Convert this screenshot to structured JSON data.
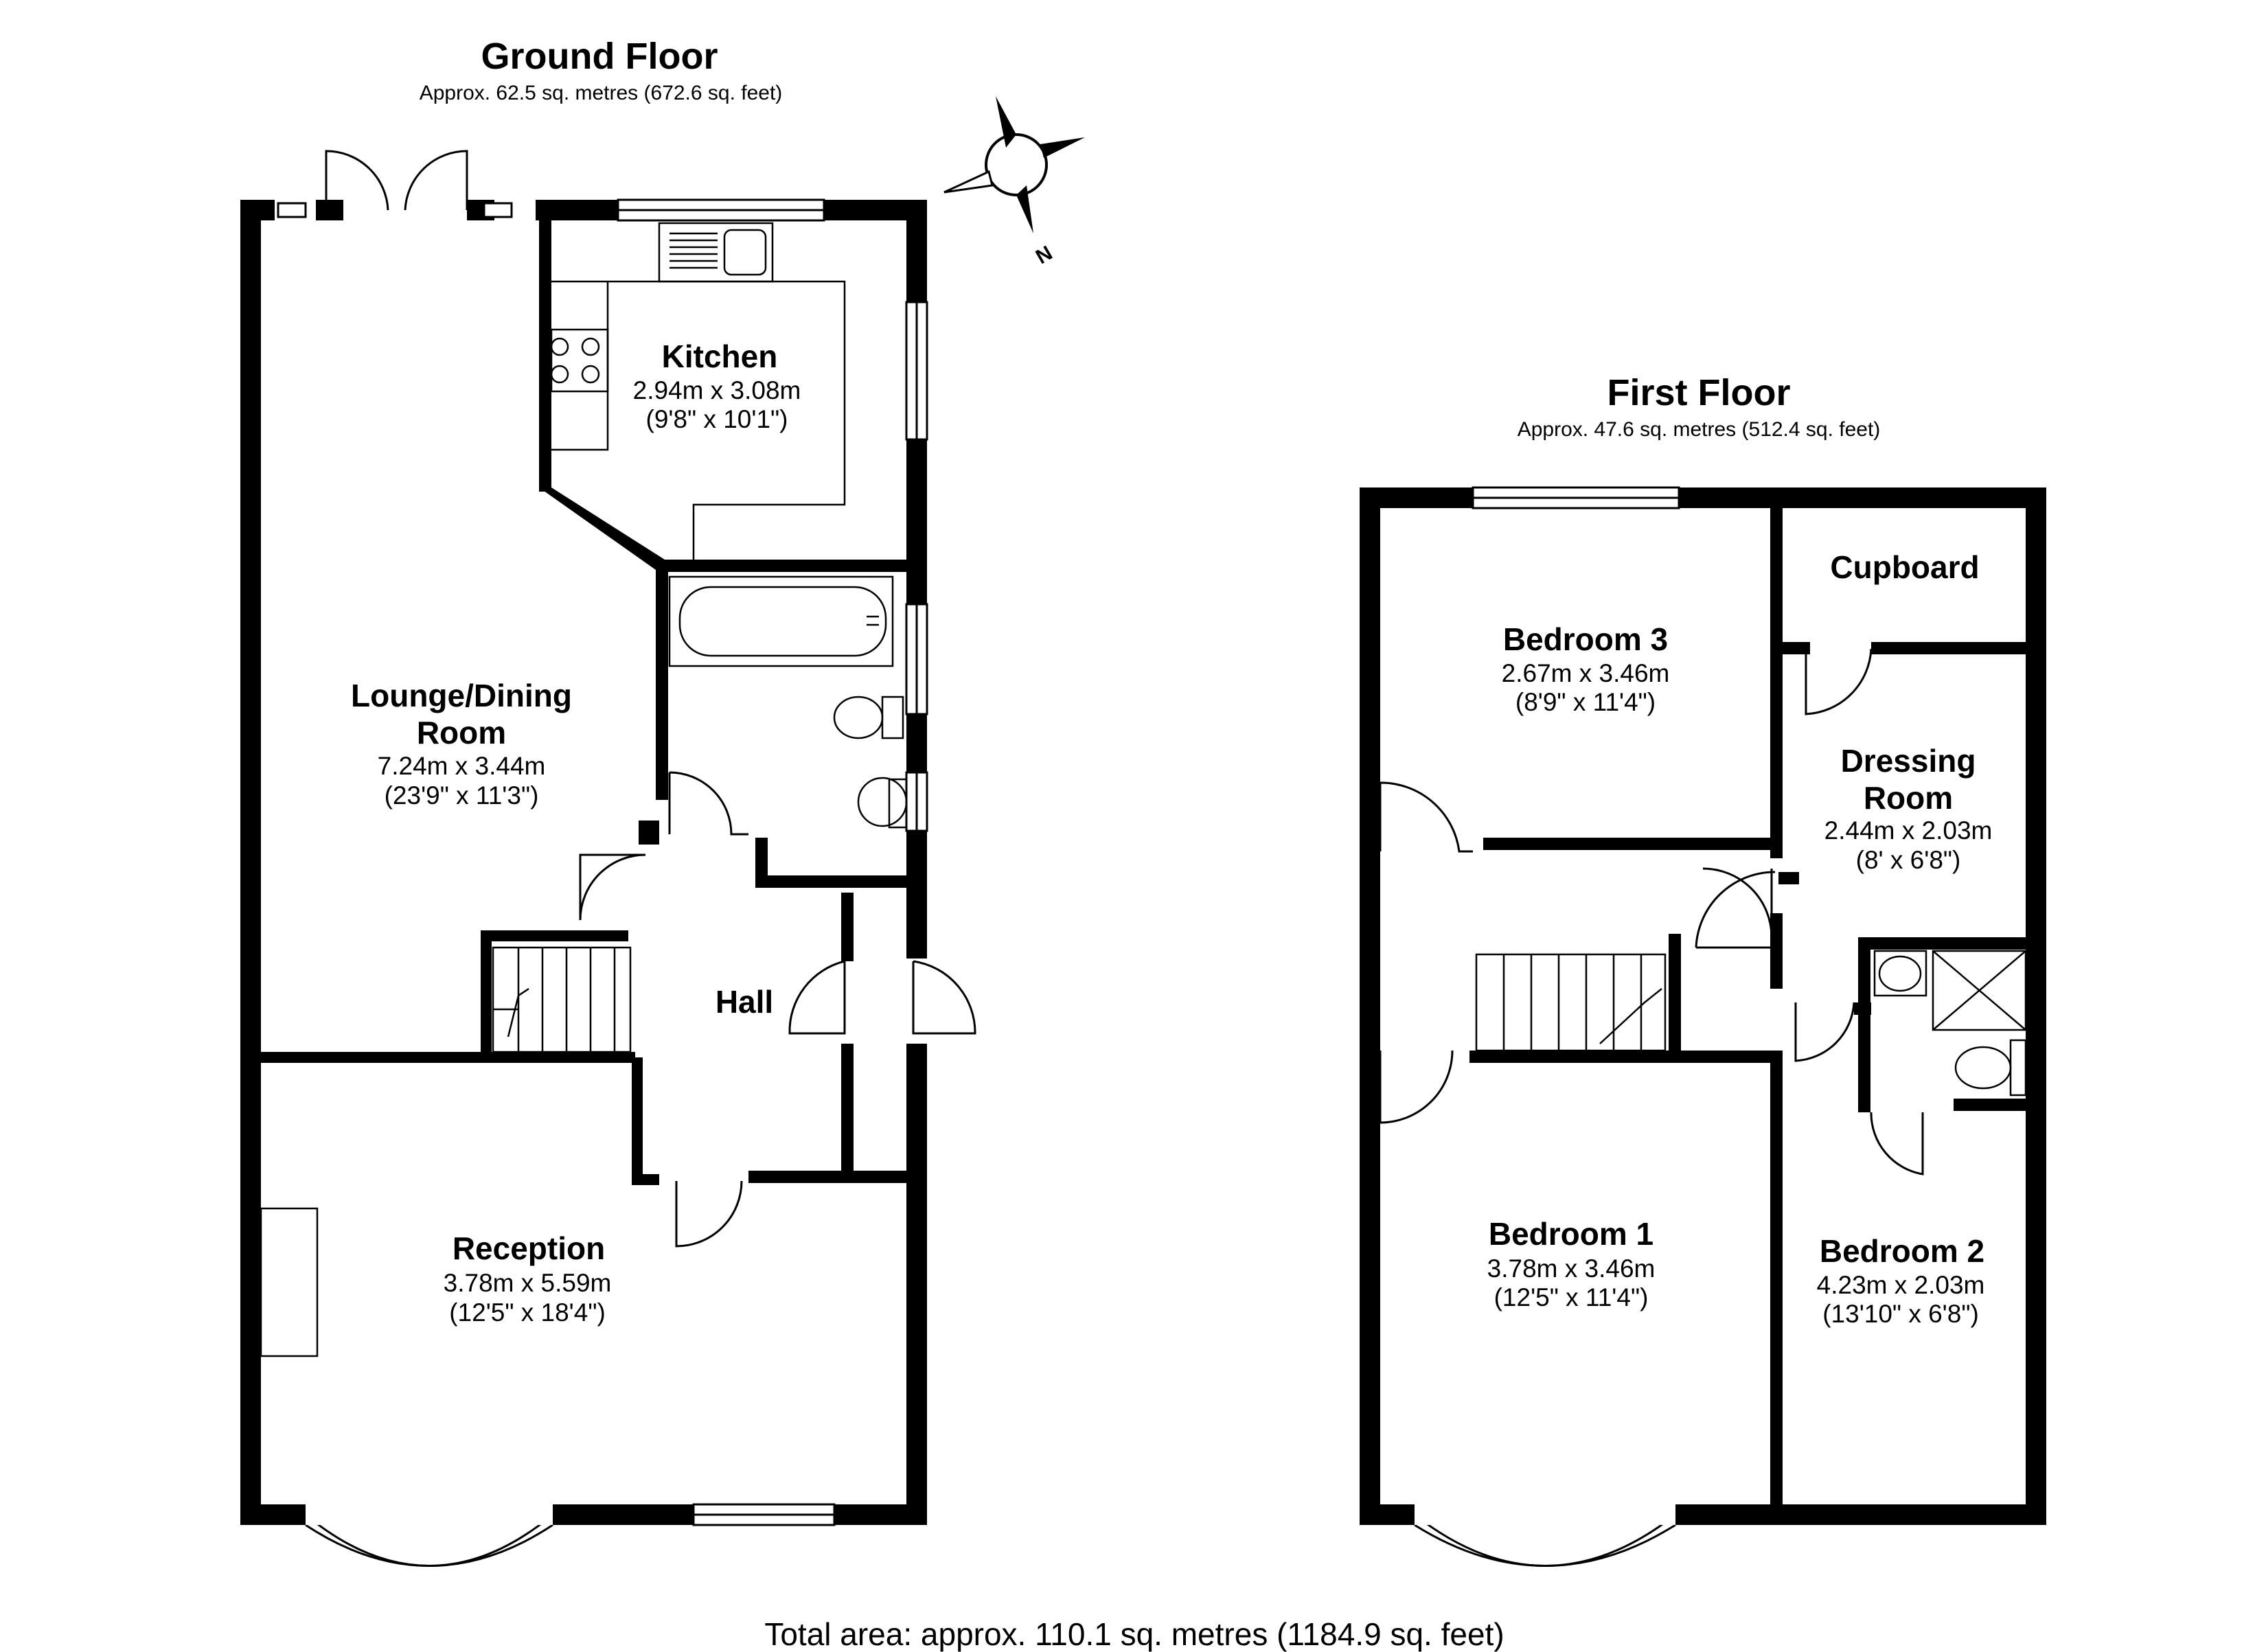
{
  "ground_floor": {
    "title": "Ground Floor",
    "area": "Approx. 62.5 sq. metres (672.6 sq. feet)",
    "rooms": {
      "kitchen": {
        "name": "Kitchen",
        "metric": "2.94m x 3.08m",
        "imperial": "(9'8\" x 10'1\")"
      },
      "lounge": {
        "name_line1": "Lounge/Dining",
        "name_line2": "Room",
        "metric": "7.24m x 3.44m",
        "imperial": "(23'9\" x 11'3\")"
      },
      "hall": {
        "name": "Hall"
      },
      "reception": {
        "name": "Reception",
        "metric": "3.78m x 5.59m",
        "imperial": "(12'5\" x 18'4\")"
      }
    }
  },
  "first_floor": {
    "title": "First Floor",
    "area": "Approx. 47.6 sq. metres (512.4 sq. feet)",
    "rooms": {
      "bedroom3": {
        "name": "Bedroom 3",
        "metric": "2.67m x 3.46m",
        "imperial": "(8'9\" x 11'4\")"
      },
      "cupboard": {
        "name": "Cupboard"
      },
      "dressing": {
        "name_line1": "Dressing",
        "name_line2": "Room",
        "metric": "2.44m x 2.03m",
        "imperial": "(8' x 6'8\")"
      },
      "bedroom1": {
        "name": "Bedroom 1",
        "metric": "3.78m x 3.46m",
        "imperial": "(12'5\" x 11'4\")"
      },
      "bedroom2": {
        "name": "Bedroom 2",
        "metric": "4.23m x 2.03m",
        "imperial": "(13'10\" x 6'8\")"
      }
    }
  },
  "compass": {
    "label": "N"
  },
  "total_area": "Total area: approx. 110.1 sq. metres (1184.9 sq. feet)"
}
